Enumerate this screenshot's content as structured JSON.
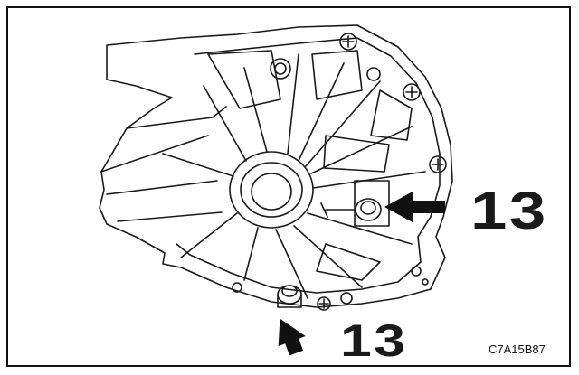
{
  "figure": {
    "code": "C7A15B87",
    "callouts": [
      {
        "id": "drain-plug",
        "label": "13"
      },
      {
        "id": "fill-plug",
        "label": "13"
      }
    ]
  },
  "colors": {
    "line": "#1a1a1a",
    "background": "#ffffff"
  }
}
